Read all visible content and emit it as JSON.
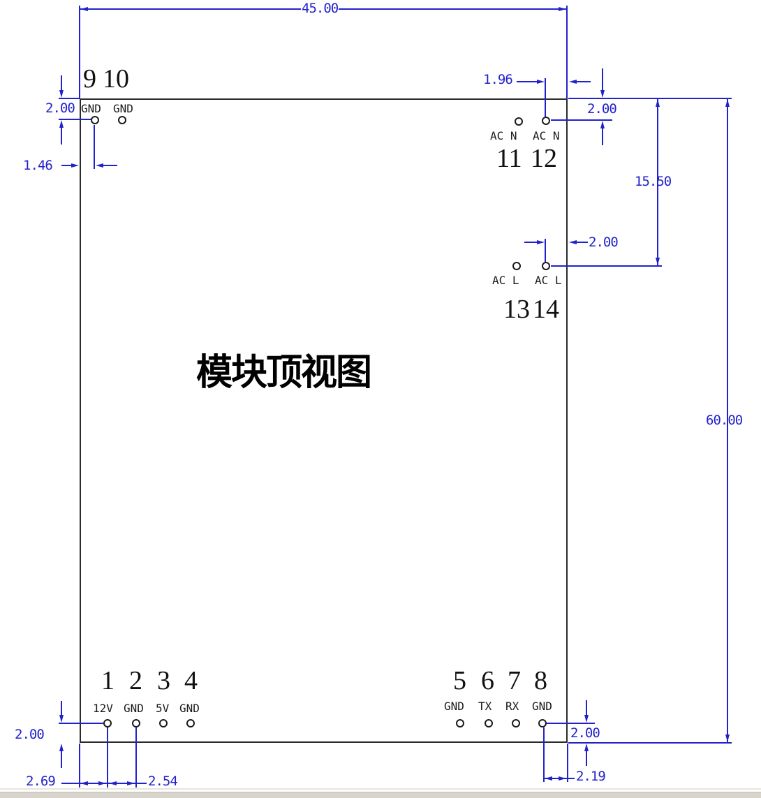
{
  "title": "模块顶视图",
  "colors": {
    "dimension_blue": "#2222cc",
    "outline_black": "#2b2b2b"
  },
  "dims": {
    "board_width": "45.00",
    "board_height": "60.00",
    "ac_row_spacing": "15.50",
    "top_left_pin_offset_y": "2.00",
    "top_left_pin_offset_x": "1.46",
    "pin12_edge_offset_x": "1.96",
    "pin12_edge_offset_y": "2.00",
    "pin14_edge_offset_x": "2.00",
    "bottom_left_pin_offset_y": "2.00",
    "pin1_edge_offset_x": "2.69",
    "pin_pitch": "2.54",
    "bottom_right_pin_offset_y": "2.00",
    "pin8_edge_offset_x": "2.19"
  },
  "pins": {
    "top_left": [
      {
        "num": "9",
        "label": "GND"
      },
      {
        "num": "10",
        "label": "GND"
      }
    ],
    "right_upper": [
      {
        "num": "11",
        "label": "AC N"
      },
      {
        "num": "12",
        "label": "AC N"
      }
    ],
    "right_lower": [
      {
        "num": "13",
        "label": "AC L"
      },
      {
        "num": "14",
        "label": "AC L"
      }
    ],
    "bottom_left": [
      {
        "num": "1",
        "label": "12V"
      },
      {
        "num": "2",
        "label": "GND"
      },
      {
        "num": "3",
        "label": "5V"
      },
      {
        "num": "4",
        "label": "GND"
      }
    ],
    "bottom_right": [
      {
        "num": "5",
        "label": "GND"
      },
      {
        "num": "6",
        "label": "TX"
      },
      {
        "num": "7",
        "label": "RX"
      },
      {
        "num": "8",
        "label": "GND"
      }
    ]
  }
}
